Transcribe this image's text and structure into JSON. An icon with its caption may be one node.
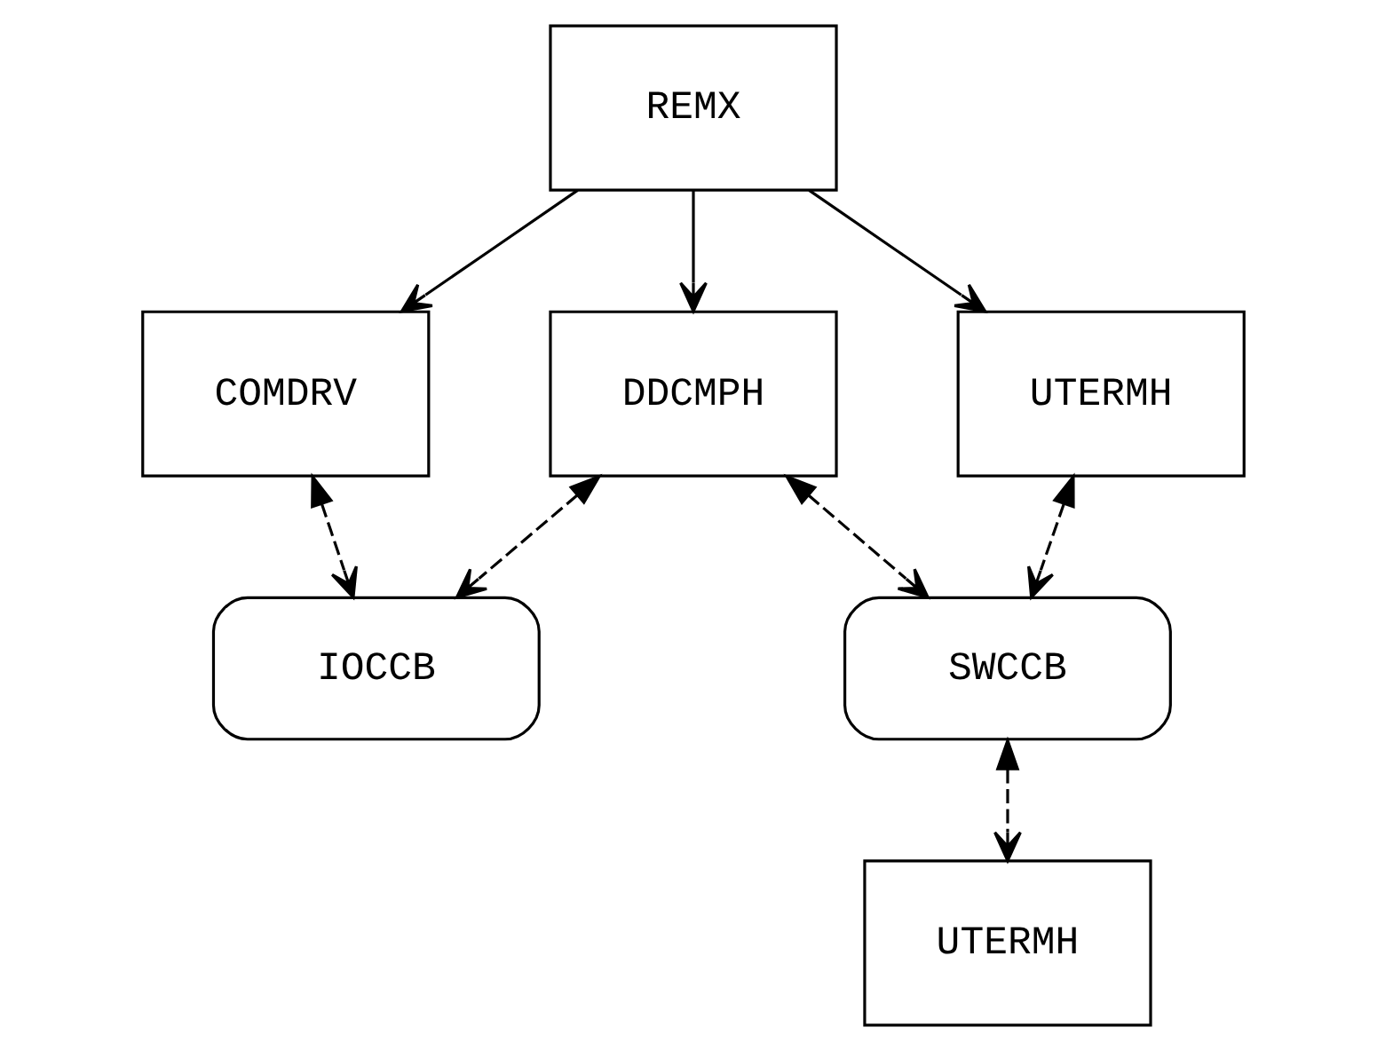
{
  "diagram": {
    "nodes": [
      {
        "text": [
          "REMX"
        ]
      },
      {
        "text": [
          "COMDRV"
        ]
      },
      {
        "text": [
          "DDCMPH"
        ]
      },
      {
        "text": [
          "UTERMH"
        ]
      },
      {
        "text": [
          "IOCCB"
        ]
      },
      {
        "text": [
          "SWCCB"
        ]
      },
      {
        "text": [
          "UTERMH"
        ]
      }
    ],
    "edges": [
      {
        "from": 0,
        "to": 1,
        "arrow": "to"
      },
      {
        "from": 0,
        "to": 2,
        "arrow": "to"
      },
      {
        "from": 0,
        "to": 3,
        "arrow": "to"
      },
      {
        "from": 1,
        "to": 4,
        "arrow": "both",
        "style": "dashed"
      },
      {
        "from": 2,
        "to": 4,
        "arrow": "both",
        "style": "dashed"
      },
      {
        "from": 2,
        "to": 5,
        "arrow": "both",
        "style": "dashed"
      },
      {
        "from": 3,
        "to": 5,
        "arrow": "both",
        "style": "dashed"
      },
      {
        "from": 5,
        "to": 6,
        "arrow": "both",
        "style": "dashed"
      }
    ]
  }
}
